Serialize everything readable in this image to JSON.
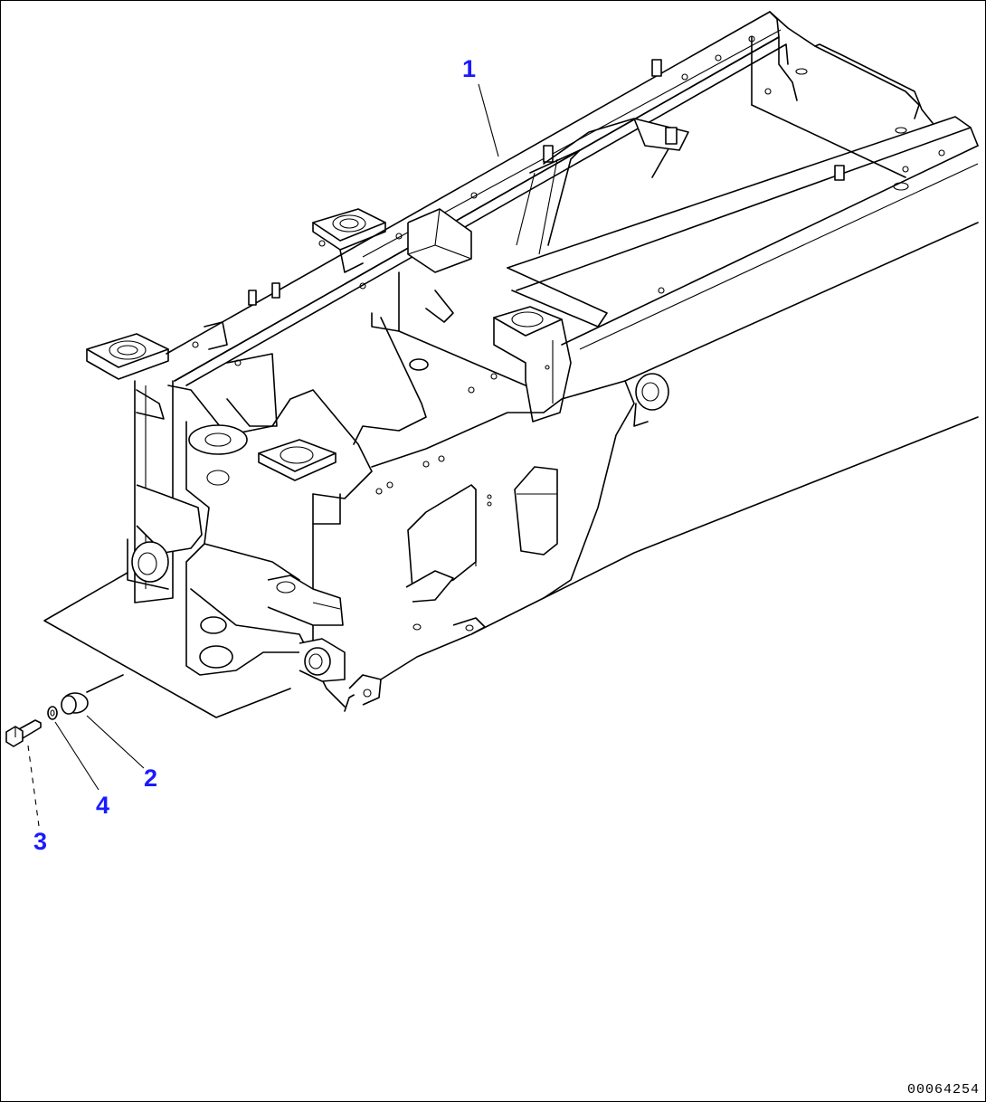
{
  "callouts": [
    {
      "id": "1",
      "label": "1"
    },
    {
      "id": "2",
      "label": "2"
    },
    {
      "id": "3",
      "label": "3"
    },
    {
      "id": "4",
      "label": "4"
    }
  ],
  "drawing_id": "00064254",
  "colors": {
    "callout": "#1a1aff",
    "line": "#000000",
    "background": "#ffffff"
  }
}
